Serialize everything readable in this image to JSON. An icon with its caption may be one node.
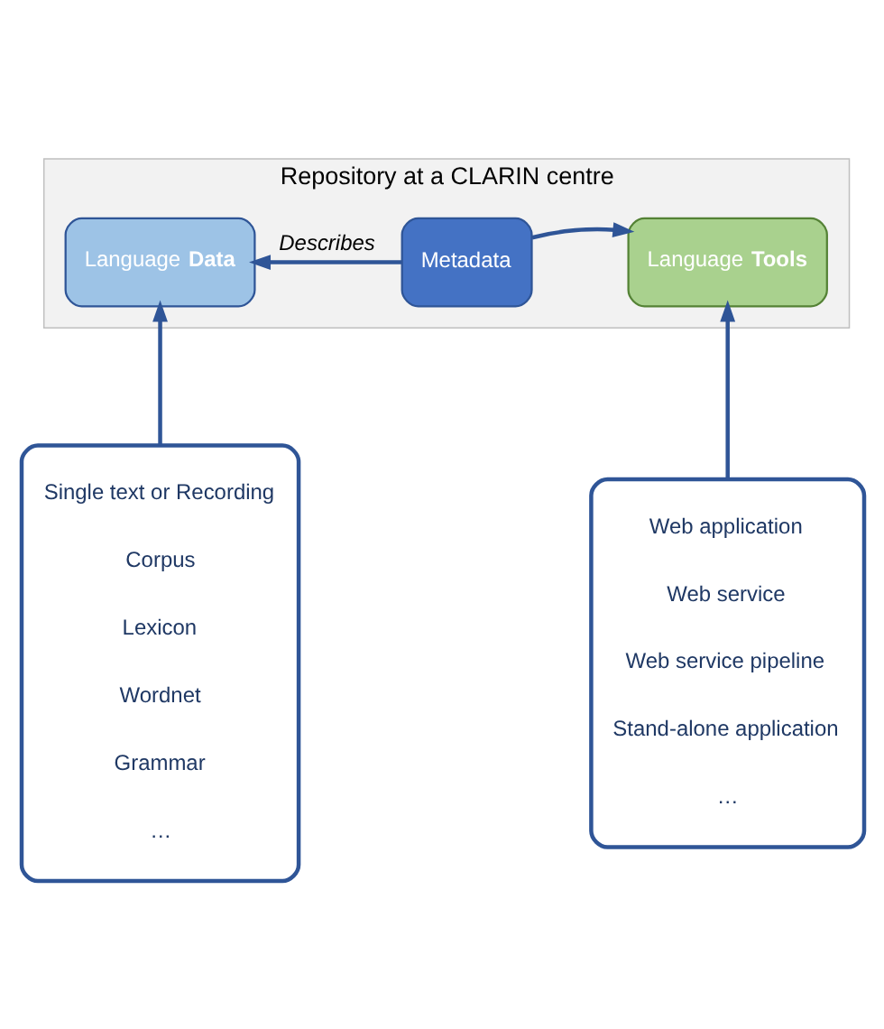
{
  "diagram": {
    "nodes": [
      {
        "text": [
          "Repository at a CLARIN centre"
        ]
      },
      {
        "text": [
          "Language **Data**"
        ],
        "in": 0
      },
      {
        "text": [
          "Metadata"
        ],
        "in": 0
      },
      {
        "text": [
          "Language **Tools**"
        ],
        "in": 0
      },
      {
        "text": [
          "Single text or Recording",
          "Corpus",
          "Lexicon",
          "Wordnet",
          "Grammar",
          "…"
        ]
      },
      {
        "text": [
          "Web application",
          "Web service",
          "Web service pipeline",
          "Stand-alone application",
          "…"
        ]
      }
    ],
    "edges": [
      {
        "from": 4,
        "to": 1,
        "arrow": "to"
      },
      {
        "from": 5,
        "to": 3,
        "arrow": "to"
      },
      {
        "from": 2,
        "to": 1,
        "arrow": "to",
        "label": "Describes"
      },
      {
        "from": 2,
        "to": 3,
        "arrow": "to"
      }
    ]
  }
}
